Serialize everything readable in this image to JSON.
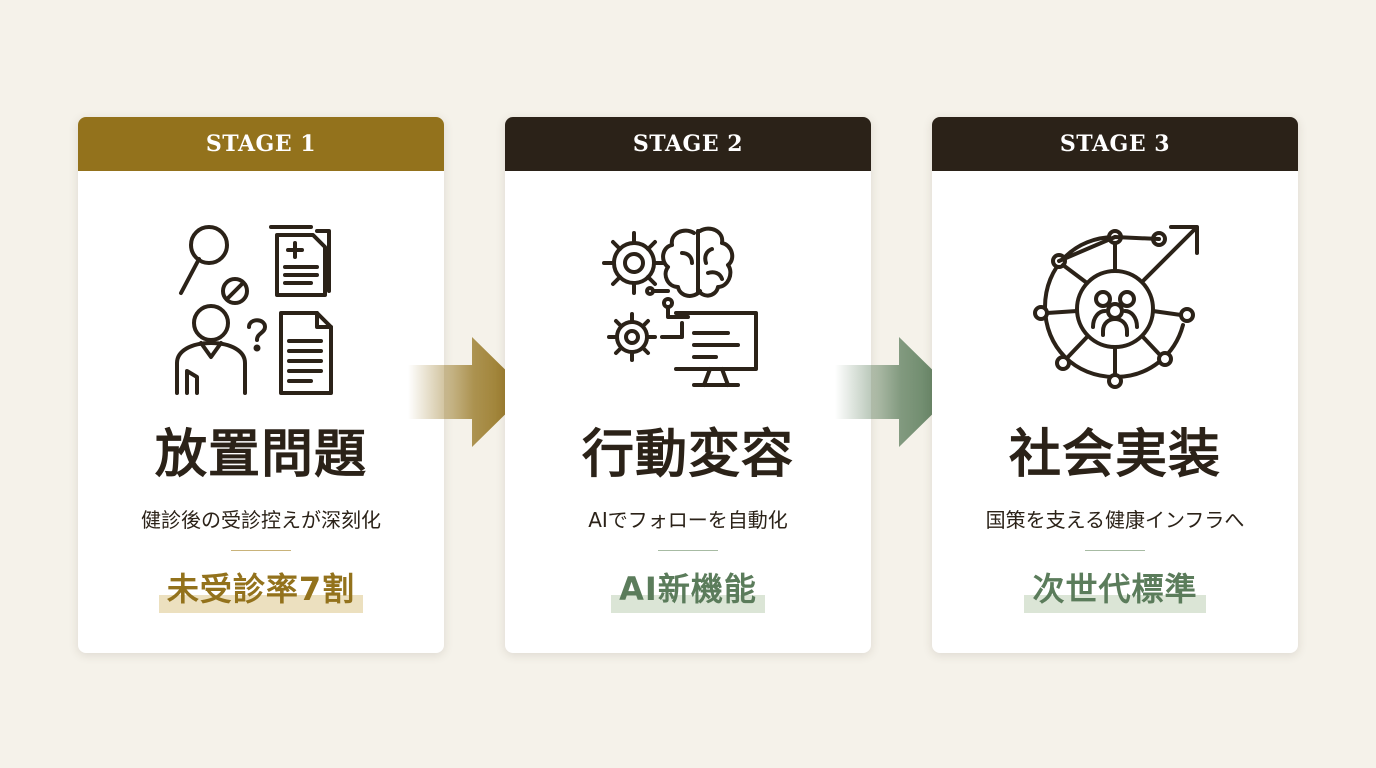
{
  "colors": {
    "background": "#f5f2ea",
    "gold": "#93721c",
    "dark_brown": "#2b2218",
    "green": "#5b7c5b",
    "gold_highlight": "#ece0bf",
    "green_highlight": "#dbe5d6"
  },
  "stages": [
    {
      "label": "STAGE 1",
      "icon": "document-person-search-icon",
      "title": "放置問題",
      "description": "健診後の受診控えが深刻化",
      "highlight": "未受診率7割"
    },
    {
      "label": "STAGE 2",
      "icon": "ai-brain-gears-icon",
      "title": "行動変容",
      "description": "AIでフォローを自動化",
      "highlight": "AI新機能"
    },
    {
      "label": "STAGE 3",
      "icon": "society-network-growth-icon",
      "title": "社会実装",
      "description": "国策を支える健康インフラへ",
      "highlight": "次世代標準"
    }
  ],
  "arrows": [
    {
      "icon": "right-arrow-gold-icon",
      "color": "#93721c"
    },
    {
      "icon": "right-arrow-green-icon",
      "color": "#5b7c5b"
    }
  ]
}
